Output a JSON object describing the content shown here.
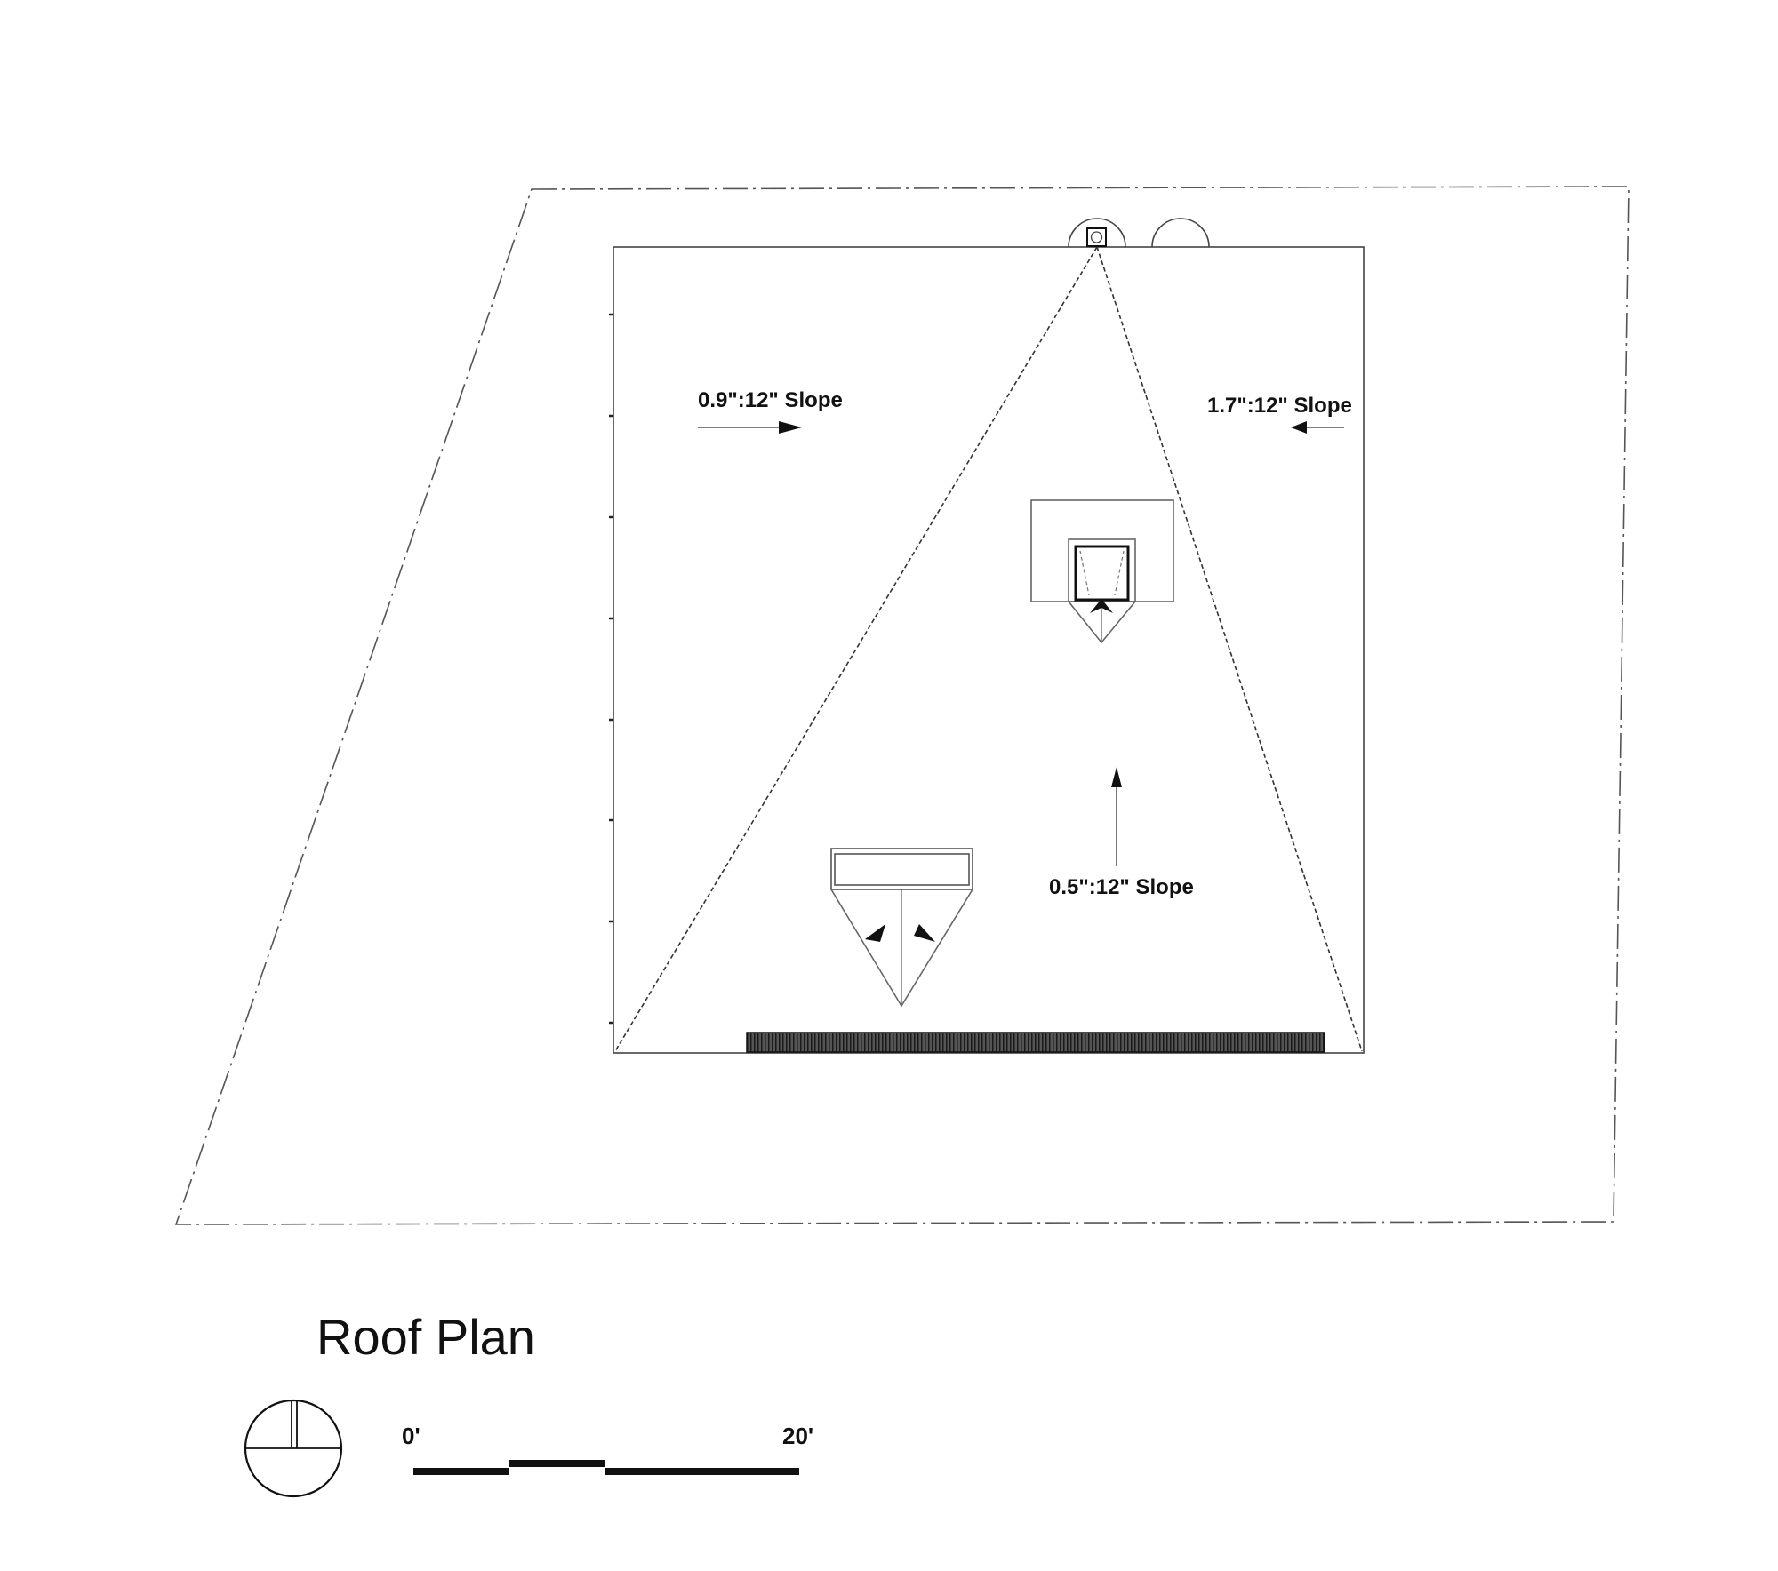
{
  "plan": {
    "title": "Roof Plan",
    "slopes": {
      "left": "0.9\":12\" Slope",
      "right": "1.7\":12\" Slope",
      "center": "0.5\":12\" Slope"
    },
    "scale_bar": {
      "start_label": "0'",
      "end_label": "20'"
    }
  },
  "colors": {
    "line": "#333333",
    "ink": "#111111",
    "background": "#ffffff"
  }
}
